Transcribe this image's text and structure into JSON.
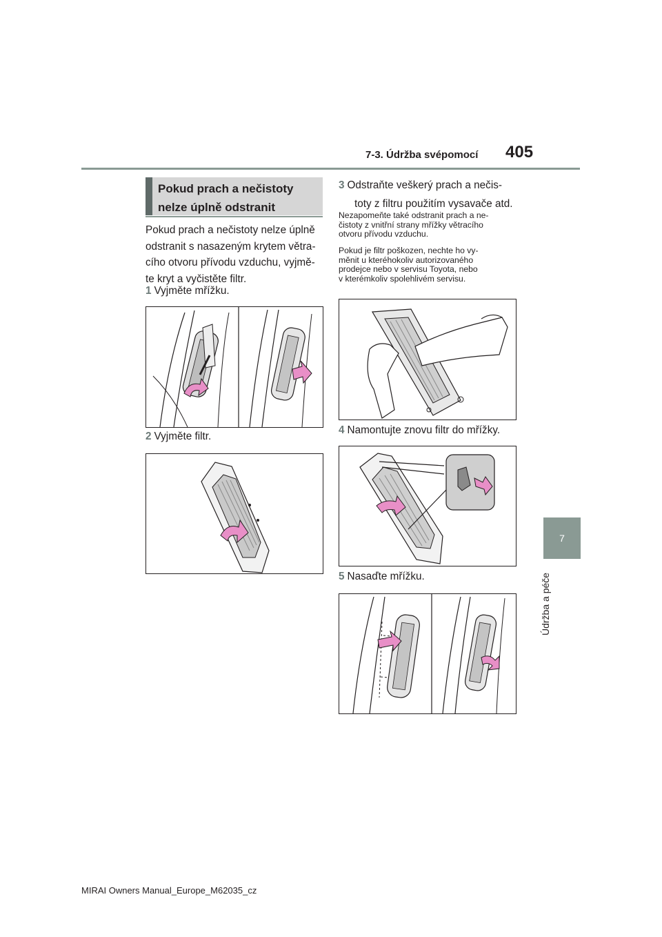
{
  "header": {
    "section": "7-3. Údržba svépomocí",
    "page_number": "405"
  },
  "chapter_tab": {
    "number": "7",
    "label": "Údržba a péče"
  },
  "heading": {
    "line1": "Pokud prach a nečistoty",
    "line2": "nelze úplně odstranit"
  },
  "intro": {
    "lines": [
      "Pokud prach a nečistoty nelze úplně",
      "odstranit s nasazeným krytem větra-",
      "cího otvoru přívodu vzduchu, vyjmě-",
      "te kryt a vyčistěte filtr."
    ]
  },
  "steps": [
    {
      "num": "1",
      "text": "Vyjměte mřížku."
    },
    {
      "num": "2",
      "text": "Vyjměte filtr."
    },
    {
      "num": "3",
      "line1": "Odstraňte veškerý prach a nečis-",
      "line2": "toty z filtru použitím vysavače atd."
    },
    {
      "num": "4",
      "text": "Namontujte znovu filtr do mřížky."
    },
    {
      "num": "5",
      "text": "Nasaďte mřížku."
    }
  ],
  "notes": {
    "note1": [
      "Nezapomeňte také odstranit prach a ne-",
      "čistoty z vnitřní strany mřížky větracího",
      "otvoru přívodu vzduchu."
    ],
    "note2": [
      "Pokud je filtr poškozen, nechte ho vy-",
      "měnit u kteréhokoliv autorizovaného",
      "prodejce nebo v servisu Toyota, nebo",
      "v kterémkoliv spolehlivém servisu."
    ]
  },
  "footer": {
    "text": "MIRAI Owners Manual_Europe_M62035_cz"
  },
  "colors": {
    "accent_gray": "#8a9a94",
    "heading_bar": "#5f6a68",
    "arrow_pink": "#e88fc7"
  }
}
